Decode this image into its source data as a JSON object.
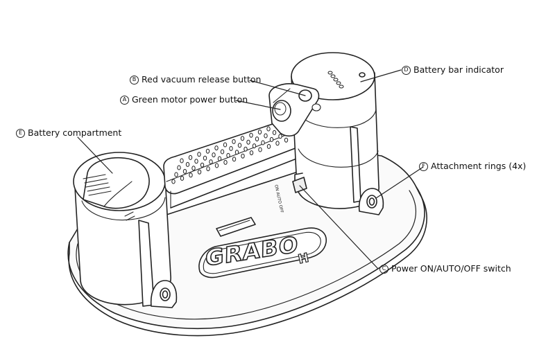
{
  "callouts": [
    {
      "key": "A",
      "letter": "A",
      "label": "Green motor power button"
    },
    {
      "key": "B",
      "letter": "B",
      "label": "Red vacuum release button"
    },
    {
      "key": "C",
      "letter": "C",
      "label": "Power ON/AUTO/OFF switch"
    },
    {
      "key": "D",
      "letter": "D",
      "label": "Battery bar indicator"
    },
    {
      "key": "E",
      "letter": "E",
      "label": "Battery compartment"
    },
    {
      "key": "F",
      "letter": "F",
      "label": "Attachment rings (4x)"
    }
  ],
  "logo": {
    "text": "GRABO",
    "suffix": "H"
  },
  "switch_mark": "ON AUTO OFF",
  "colors": {
    "line": "#222222",
    "fill": "#ffffff",
    "shade": "#eeeeee"
  }
}
